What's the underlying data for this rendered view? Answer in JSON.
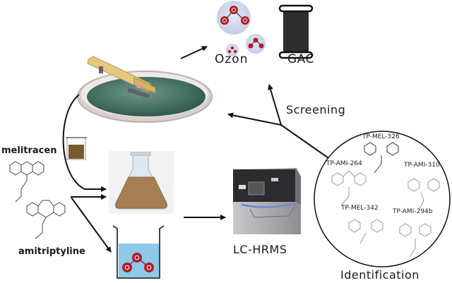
{
  "labels": {
    "ozon": "Ozon",
    "gac": "GAC",
    "screening": "Screening",
    "melitracen": "melitracen",
    "amitriptyline": "amitriptyline",
    "lchrms": "LC-HRMS",
    "identification": "Identification"
  },
  "transformation_products": [
    {
      "name": "TP-MEL-326"
    },
    {
      "name": "TP-AMI-264"
    },
    {
      "name": "TP-AMI-310"
    },
    {
      "name": "TP-MEL-342"
    },
    {
      "name": "TP-AMI-294b"
    }
  ],
  "colors": {
    "ozone_atom": "#b01d2a",
    "ozone_bubble": "#c9d3ea",
    "gac_body": "#2e2e2e",
    "wastewater": "#8a6a3a",
    "flask_liquid": "#a57e53",
    "water_blue": "#8ec9e8",
    "clarifier_water": "#3f6e60",
    "walkway": "#e0c07a"
  }
}
